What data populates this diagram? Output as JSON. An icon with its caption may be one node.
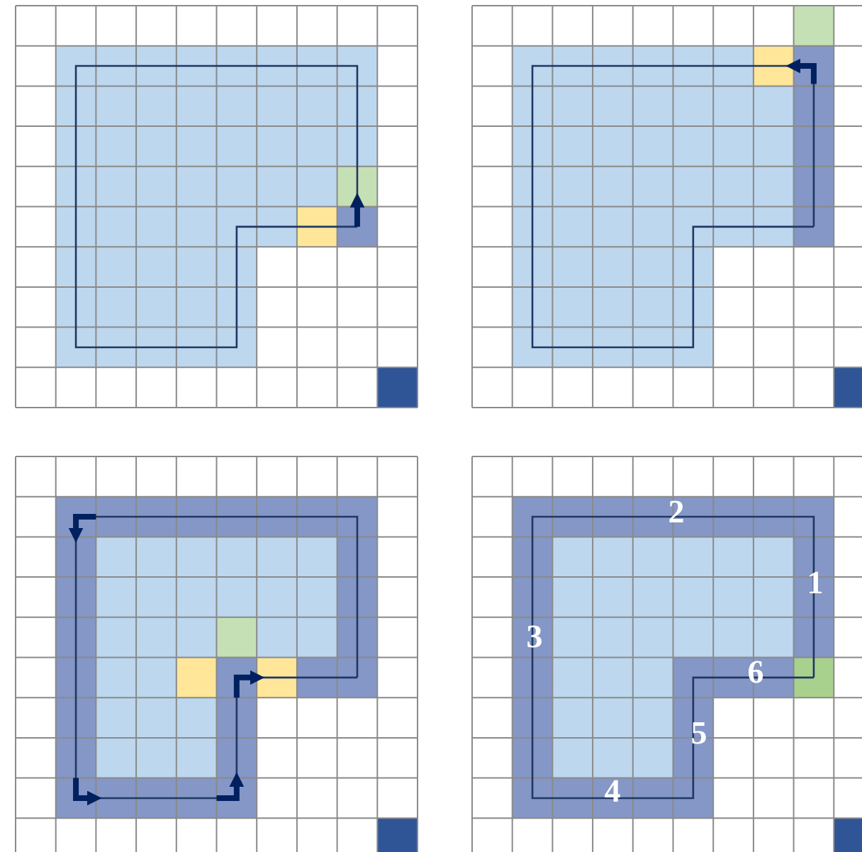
{
  "diagram": {
    "labels": [
      "2",
      "1",
      "3",
      "6",
      "5",
      "4"
    ]
  }
}
